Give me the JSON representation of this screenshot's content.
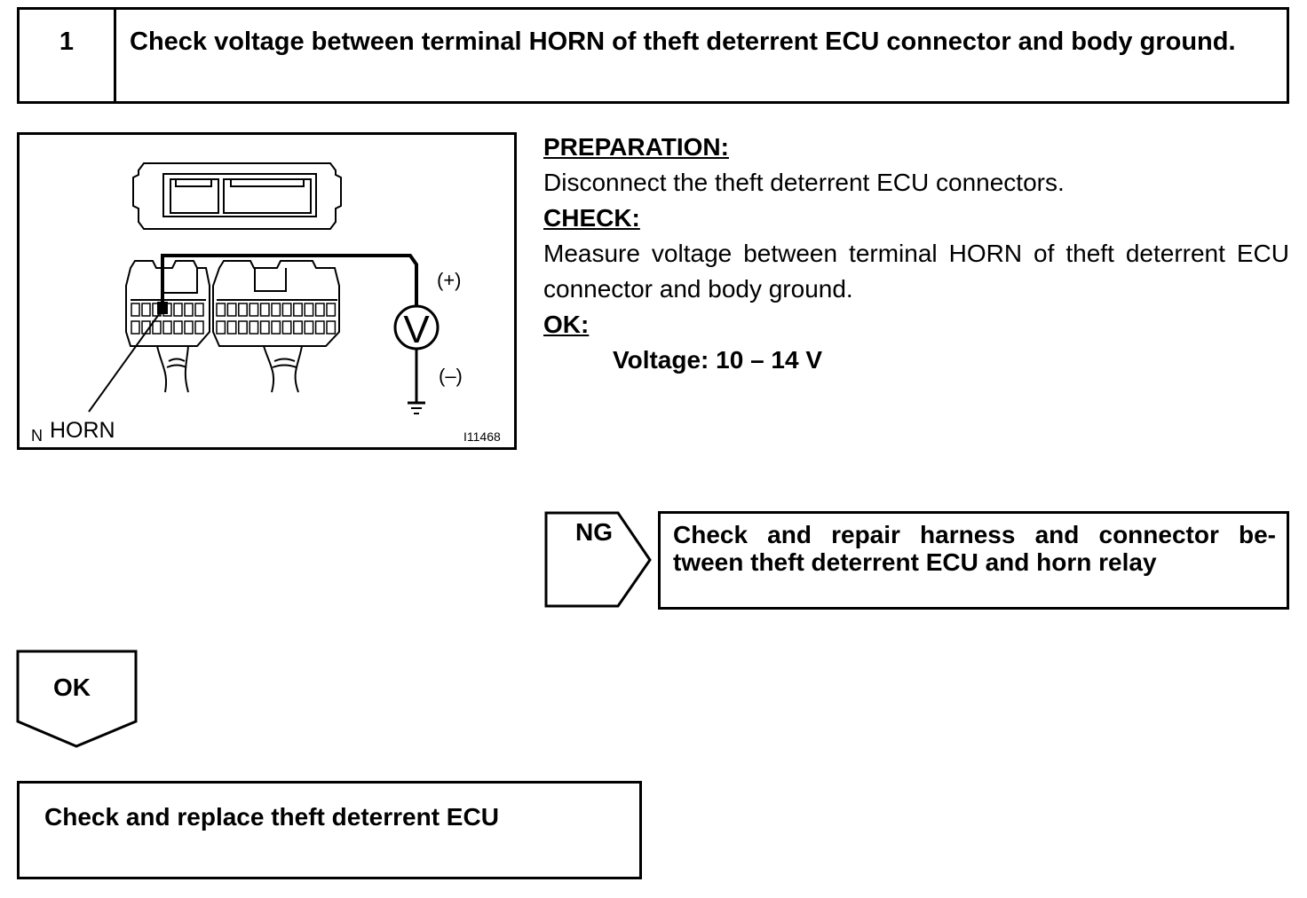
{
  "step": {
    "number": "1",
    "title": "Check voltage between terminal HORN of theft deterrent ECU connector and body ground."
  },
  "figure": {
    "terminal_label": "HORN",
    "terminal_prefix": "N",
    "positive_label": "(+)",
    "negative_label": "(–)",
    "meter_symbol": "V",
    "figure_id": "I11468"
  },
  "instructions": {
    "preparation_heading": "PREPARATION:",
    "preparation_text": "Disconnect the theft deterrent ECU connectors.",
    "check_heading": "CHECK:",
    "check_text": "Measure voltage between terminal HORN of theft deterrent ECU connector and body ground.",
    "ok_heading": "OK:",
    "ok_spec": "Voltage: 10 – 14 V"
  },
  "ng_branch": {
    "tag": "NG",
    "action_line1": "Check and repair harness and connector be-",
    "action_line2": "tween theft deterrent ECU and horn relay"
  },
  "ok_branch": {
    "tag": "OK",
    "action": "Check and replace theft deterrent ECU"
  }
}
